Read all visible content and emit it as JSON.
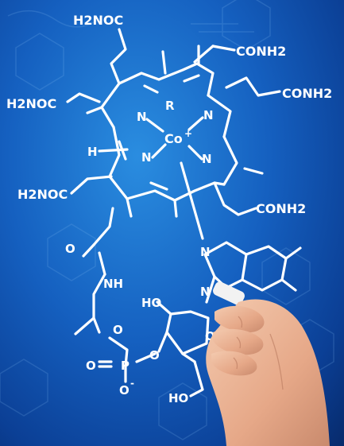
{
  "background": {
    "color_center": "#2a8de0",
    "color_edge": "#072a6b",
    "chalk_color": "#ffffff"
  },
  "labels": {
    "h2noc_top": "H2NOC",
    "conh2_top_right": "CONH2",
    "h2noc_left": "H2NOC",
    "conh2_right": "CONH2",
    "h2noc_lower_left": "H2NOC",
    "conh2_lower_right": "CONH2",
    "n_upper_left": "N",
    "n_upper_right": "N",
    "n_lower_left": "N",
    "n_lower_right": "N",
    "r_group": "R",
    "cobalt": "Co",
    "cobalt_charge": "+",
    "hydrogen": "H",
    "oxygen_amide": "O",
    "nh": "NH",
    "n_imidazole_top": "N",
    "n_imidazole_bottom": "N",
    "ho_ribose": "HO",
    "o_ribose_ring": "O",
    "o_ester": "O",
    "phosphate_o_left": "O",
    "phosphate_p": "P",
    "phosphate_o_right": "O",
    "phosphate_o_minus": "O",
    "minus_sign": "-",
    "ho_bottom": "HO"
  },
  "molecule": "cyanocobalamin-like structure (vitamin B12) drawn in chalk",
  "hand": "hand holding chalk at lower right"
}
